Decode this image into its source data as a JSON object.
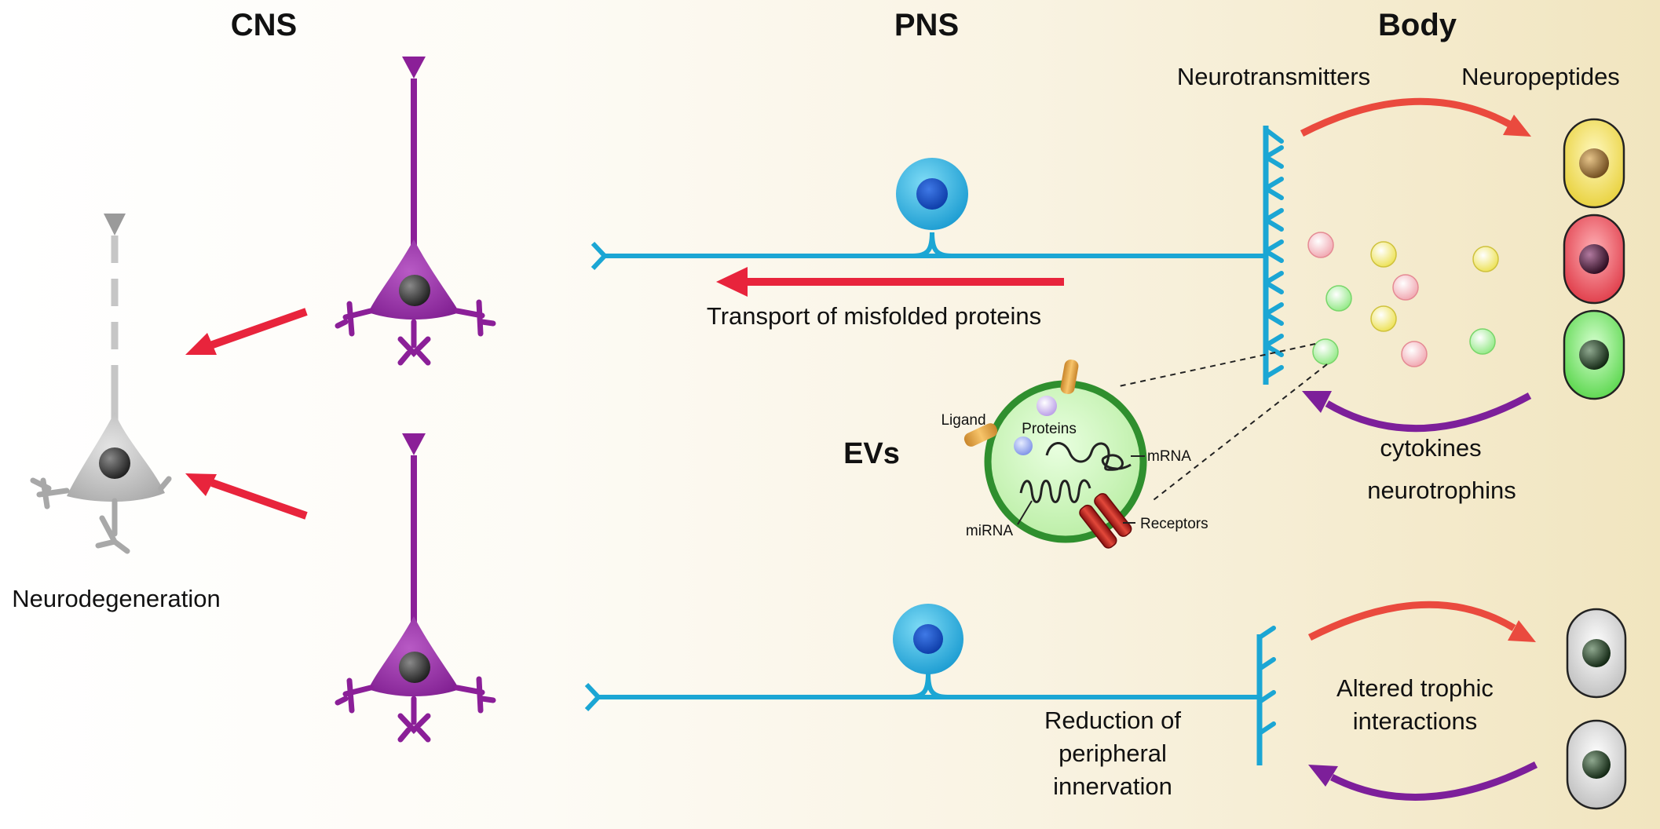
{
  "headers": {
    "cns": "CNS",
    "pns": "PNS",
    "body": "Body"
  },
  "labels": {
    "neurotransmitters": "Neurotransmitters",
    "neuropeptides": "Neuropeptides",
    "transport": "Transport of misfolded proteins",
    "neurodegeneration": "Neurodegeneration",
    "evs": "EVs",
    "cytokines": "cytokines",
    "neurotrophins": "neurotrophins",
    "altered_trophic_1": "Altered trophic",
    "altered_trophic_2": "interactions",
    "reduction_1": "Reduction of",
    "reduction_2": "peripheral",
    "reduction_3": "innervation"
  },
  "ev_parts": {
    "ligand": "Ligand",
    "proteins": "Proteins",
    "mrna": "mRNA",
    "mirna": "miRNA",
    "receptors": "Receptors"
  },
  "colors": {
    "cns_background": "#ffffff",
    "body_background": "#f3e9c8",
    "sensory_neuron": "#1ba6d4",
    "cns_neuron": "#8b1f98",
    "degenerating_neuron": "#b5b5b5",
    "arrow_red": "#e8243c",
    "arrow_purple": "#7d1f9a",
    "ev_membrane": "#2f8f2e",
    "ev_fill": "#c9f2b4"
  }
}
